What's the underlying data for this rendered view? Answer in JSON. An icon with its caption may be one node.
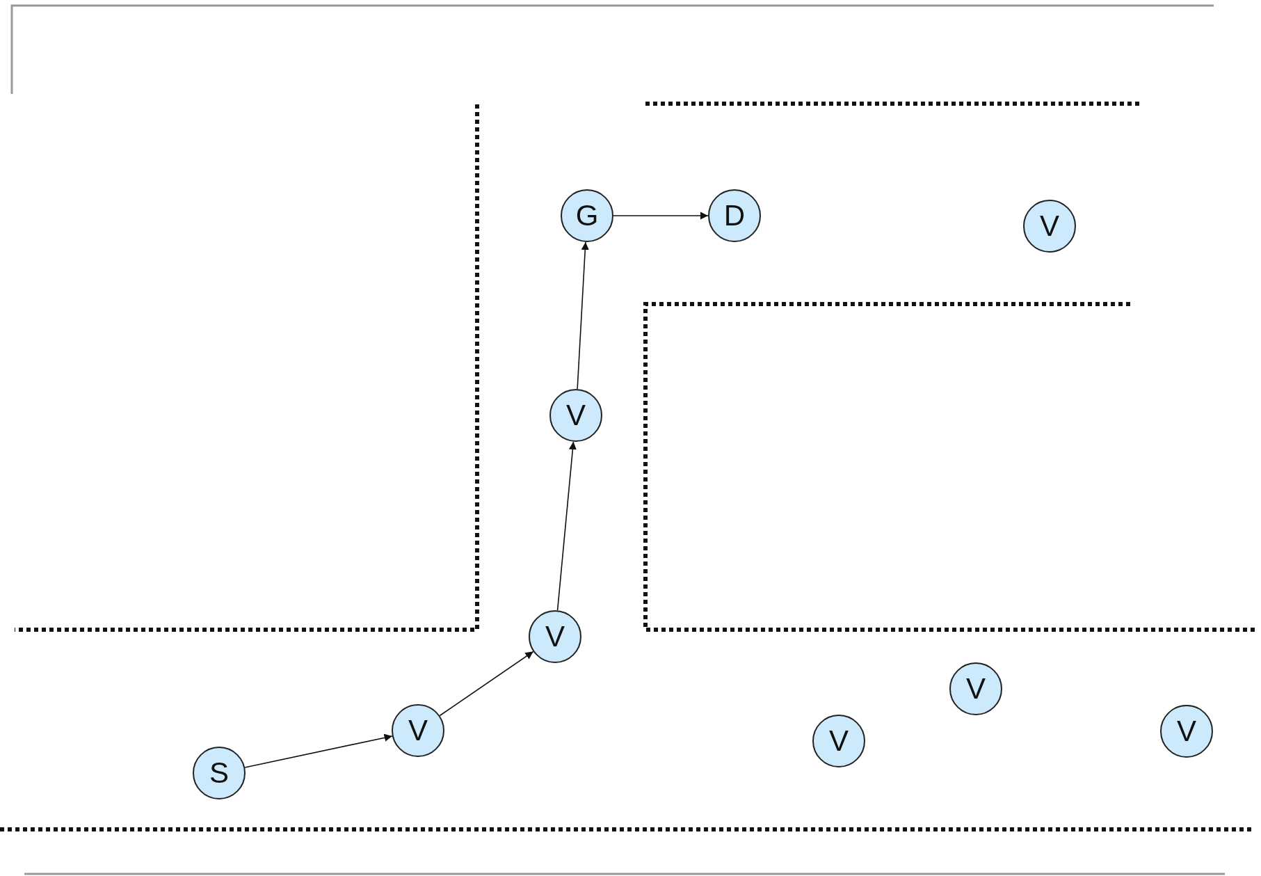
{
  "diagram": {
    "nodes": [
      {
        "text": [
          "G"
        ]
      },
      {
        "text": [
          "D"
        ]
      },
      {
        "text": [
          "V"
        ]
      },
      {
        "text": [
          "V"
        ]
      },
      {
        "text": [
          "V"
        ]
      },
      {
        "text": [
          "V"
        ]
      },
      {
        "text": [
          "V"
        ]
      },
      {
        "text": [
          "V"
        ]
      },
      {
        "text": [
          "V"
        ]
      },
      {
        "text": [
          "S"
        ]
      }
    ],
    "edges": [
      {
        "from": 9,
        "to": 6,
        "arrow": "to"
      },
      {
        "from": 6,
        "to": 4,
        "arrow": "to"
      },
      {
        "from": 4,
        "to": 3,
        "arrow": "to"
      },
      {
        "from": 3,
        "to": 0,
        "arrow": "to"
      },
      {
        "from": 0,
        "to": 1,
        "arrow": "to"
      }
    ]
  }
}
